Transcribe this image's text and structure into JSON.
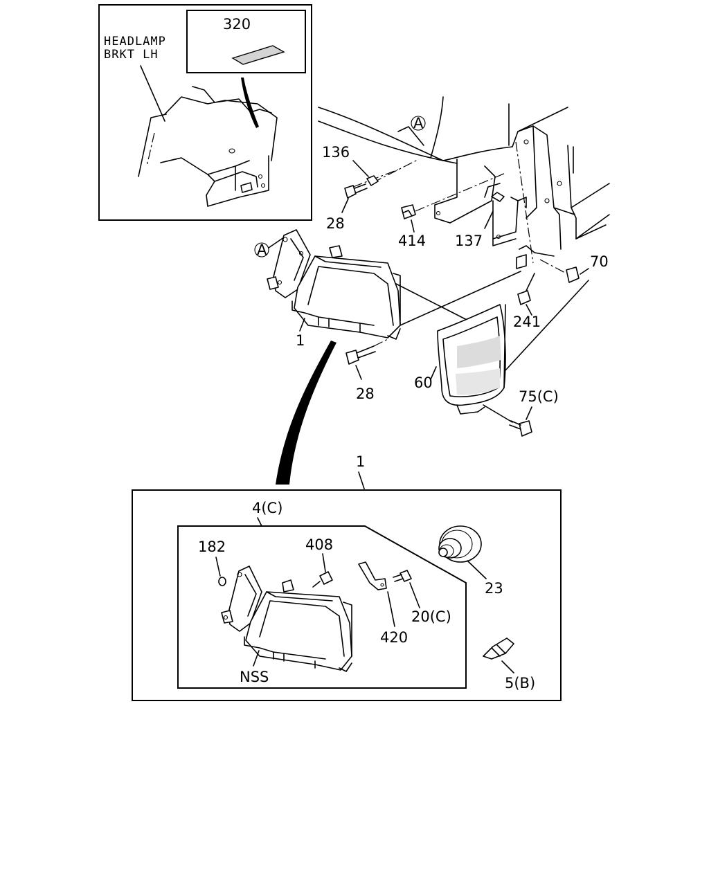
{
  "inset": {
    "title_line1": "HEADLAMP",
    "title_line2": "BRKT LH",
    "part_320": "320"
  },
  "callouts": {
    "p136": "136",
    "p28_top": "28",
    "p414": "414",
    "p137": "137",
    "p70": "70",
    "p241": "241",
    "p1_upper": "1",
    "p28_mid": "28",
    "p60": "60",
    "p75c": "75(C)",
    "ref_a_upper": "A",
    "ref_a_left": "A"
  },
  "detail": {
    "header": "1",
    "p4c": "4(C)",
    "p182": "182",
    "p408": "408",
    "p23": "23",
    "p20c": "20(C)",
    "p420": "420",
    "nss": "NSS",
    "p5b": "5(B)"
  }
}
